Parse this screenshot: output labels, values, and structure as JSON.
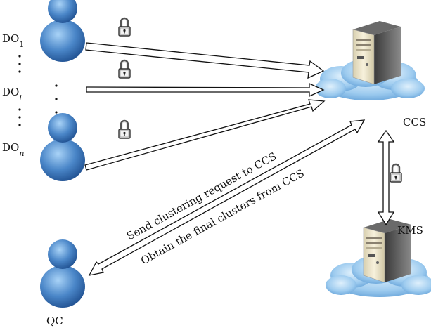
{
  "labels": {
    "do1_base": "DO",
    "do1_sub": "1",
    "doi_base": "DO",
    "doi_sub": "i",
    "don_base": "DO",
    "don_sub": "n",
    "qc": "QC",
    "ccs": "CCS",
    "kms": "KMS"
  },
  "arrows": {
    "request": "Send clustering request to CCS",
    "response": "Obtain the final clusters from CCS"
  },
  "icons": {
    "user": "person-icon",
    "server": "server-icon",
    "cloud": "cloud-icon",
    "lock": "padlock-icon"
  },
  "colors": {
    "user_blue": "#4a86c8",
    "cloud_blue": "#8fc3ec",
    "server_beige": "#ece4c8"
  }
}
